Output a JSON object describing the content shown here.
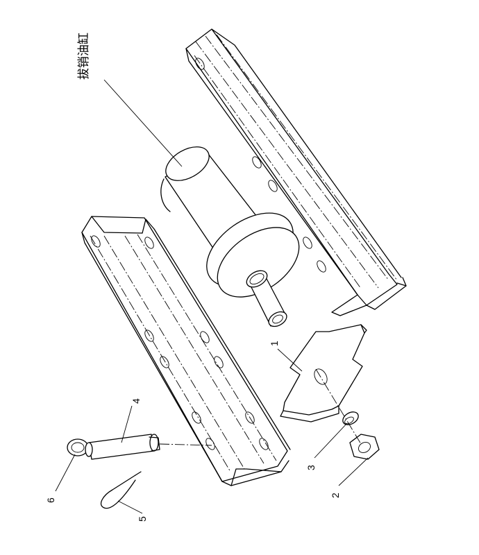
{
  "diagram": {
    "component_label": "拔销油缸",
    "callouts": [
      {
        "id": "1",
        "label": "1"
      },
      {
        "id": "2",
        "label": "2"
      },
      {
        "id": "3",
        "label": "3"
      },
      {
        "id": "4",
        "label": "4"
      },
      {
        "id": "5",
        "label": "5"
      },
      {
        "id": "6",
        "label": "6"
      }
    ]
  }
}
